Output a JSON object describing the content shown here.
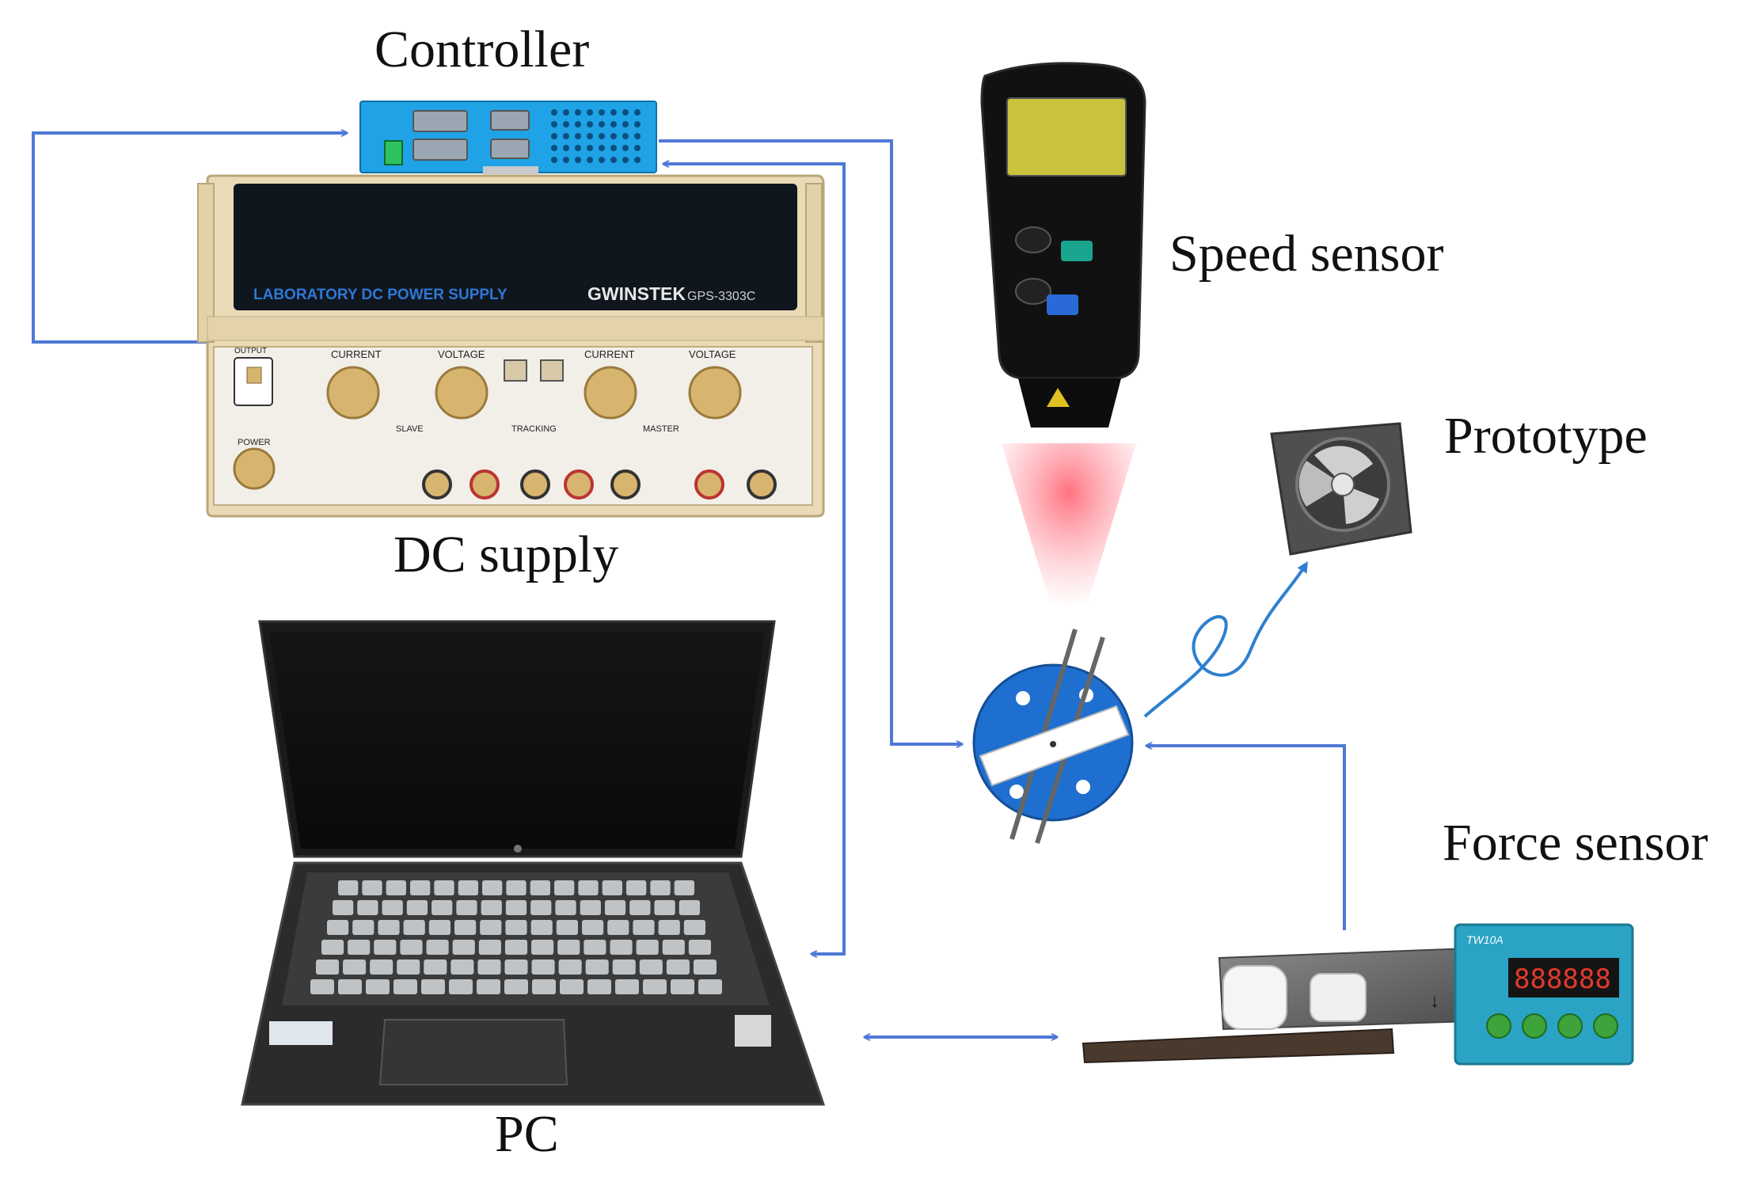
{
  "labels": {
    "controller": "Controller",
    "dc_supply": "DC supply",
    "pc": "PC",
    "speed_sensor": "Speed sensor",
    "prototype": "Prototype",
    "force_sensor": "Force sensor"
  },
  "device_text": {
    "dc_panel": "LABORATORY DC POWER SUPPLY",
    "brand": "GWINSTEK",
    "model": "GPS-3303C",
    "current": "CURRENT",
    "voltage": "VOLTAGE",
    "power": "POWER",
    "output": "OUTPUT",
    "tracking": "TRACKING",
    "slave": "SLAVE",
    "master": "MASTER",
    "indicator_model": "TW10A",
    "indicator_digits": "888888"
  },
  "colors": {
    "arrow": "#4f78d6",
    "arrow_teal": "#2e7fd0",
    "supply_body": "#e9dbb6",
    "supply_panel": "#10161e",
    "knob": "#d8b56e",
    "controller": "#1fa3e6",
    "indicator": "#2aa3c4",
    "hub": "#1e6fd0",
    "laser": "#ff7a86"
  }
}
